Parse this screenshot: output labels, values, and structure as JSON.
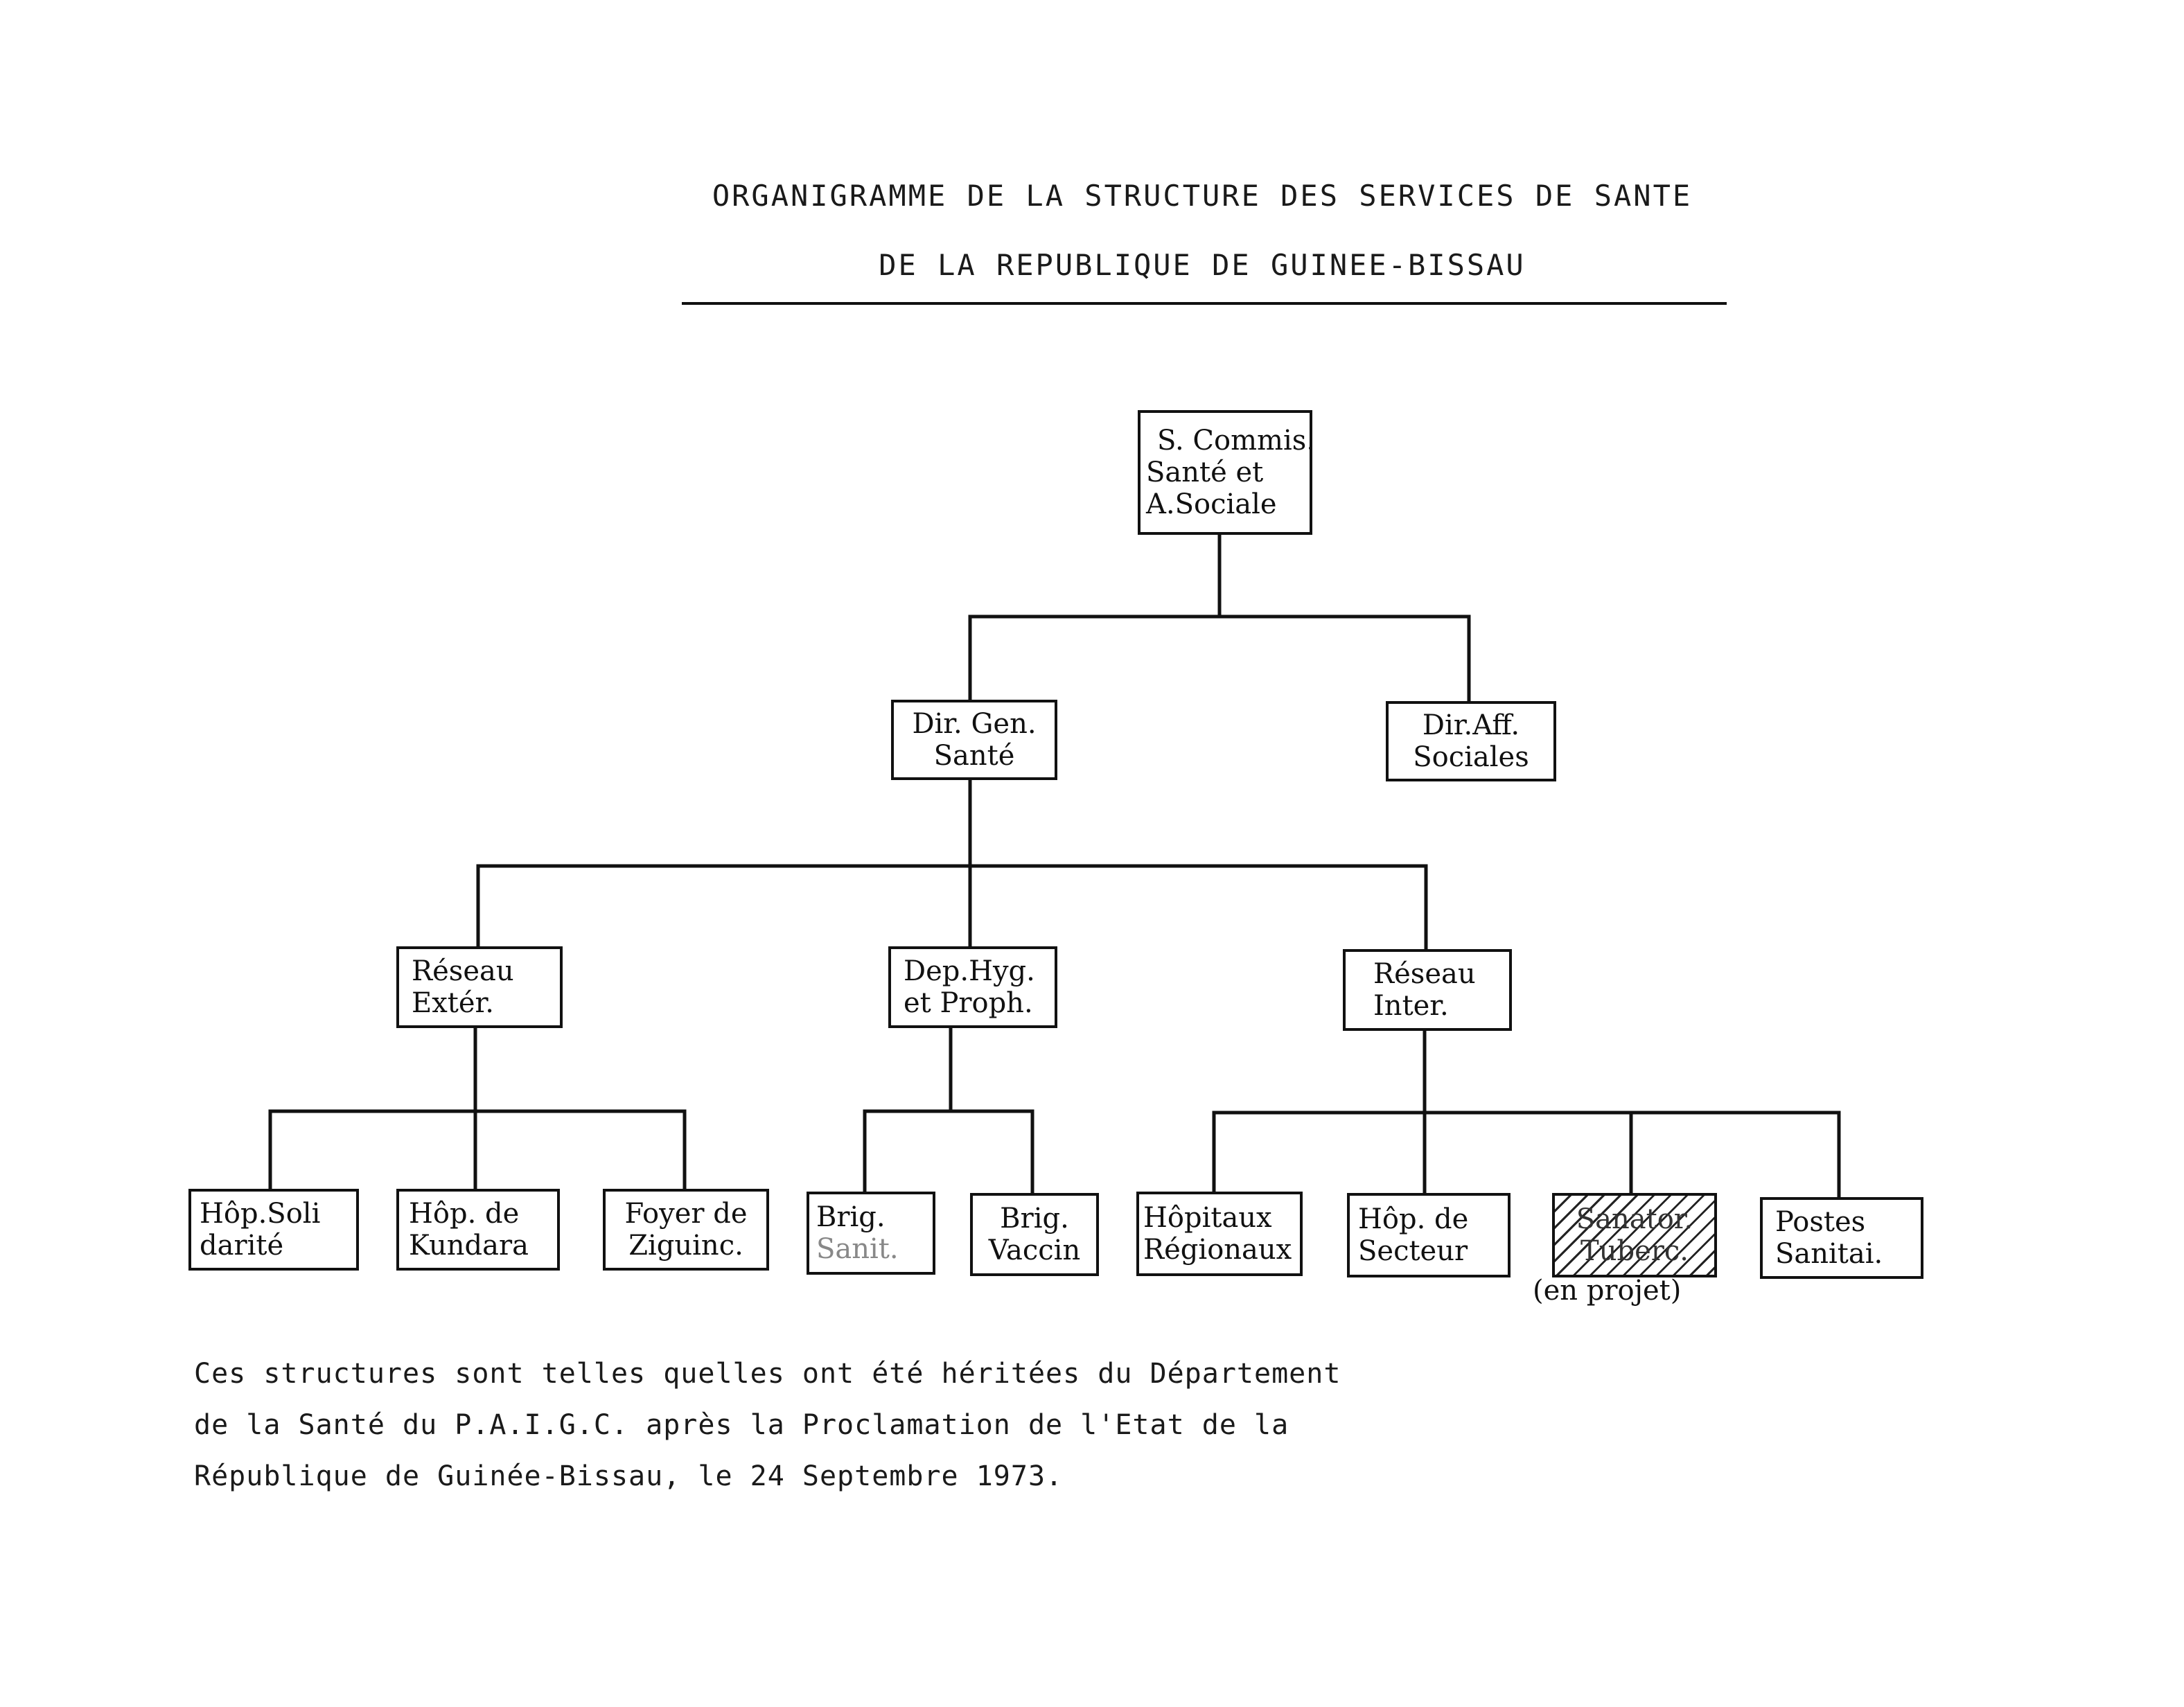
{
  "header": {
    "title_line1": "ORGANIGRAMME DE LA STRUCTURE DES SERVICES DE SANTE",
    "title_line2": "DE LA REPUBLIQUE DE  GUINEE-BISSAU"
  },
  "org": {
    "root": {
      "lines": [
        "S. Commis.",
        "Santé et",
        "A.Sociale"
      ]
    },
    "dir_gen_sante": {
      "lines": [
        "Dir. Gen.",
        "Santé"
      ]
    },
    "dir_aff_sociales": {
      "lines": [
        "Dir.Aff.",
        "Sociales"
      ]
    },
    "reseau_exter": {
      "lines": [
        "Réseau",
        "Extér."
      ]
    },
    "dep_hyg_proph": {
      "lines": [
        "Dep.Hyg.",
        "et Proph."
      ]
    },
    "reseau_inter": {
      "lines": [
        "Réseau",
        "Inter."
      ]
    },
    "hop_solidarite": {
      "lines": [
        "Hôp.Soli",
        "darité"
      ]
    },
    "hop_kundara": {
      "lines": [
        "Hôp. de",
        "Kundara"
      ]
    },
    "foyer_ziguinc": {
      "lines": [
        "Foyer de",
        "Ziguinc."
      ]
    },
    "brig_sanit": {
      "lines": [
        "Brig.",
        "Sanit."
      ]
    },
    "brig_vaccin": {
      "lines": [
        "Brig.",
        "Vaccin"
      ]
    },
    "hopitaux_regionaux": {
      "lines": [
        "Hôpitaux",
        "Régionaux"
      ]
    },
    "hop_secteur": {
      "lines": [
        "Hôp. de",
        "Secteur"
      ]
    },
    "sanator_tuberc": {
      "lines": [
        "Sanator.",
        "Tuberc."
      ],
      "note": "(en projet)"
    },
    "postes_sanitai": {
      "lines": [
        "Postes",
        "Sanitai."
      ]
    }
  },
  "caption": {
    "line1": "Ces structures sont telles quelles ont été héritées du Département",
    "line2": "de la Santé du P.A.I.G.C. après la Proclamation de l'Etat de la",
    "line3": "République de Guinée-Bissau, le 24 Septembre 1973."
  }
}
